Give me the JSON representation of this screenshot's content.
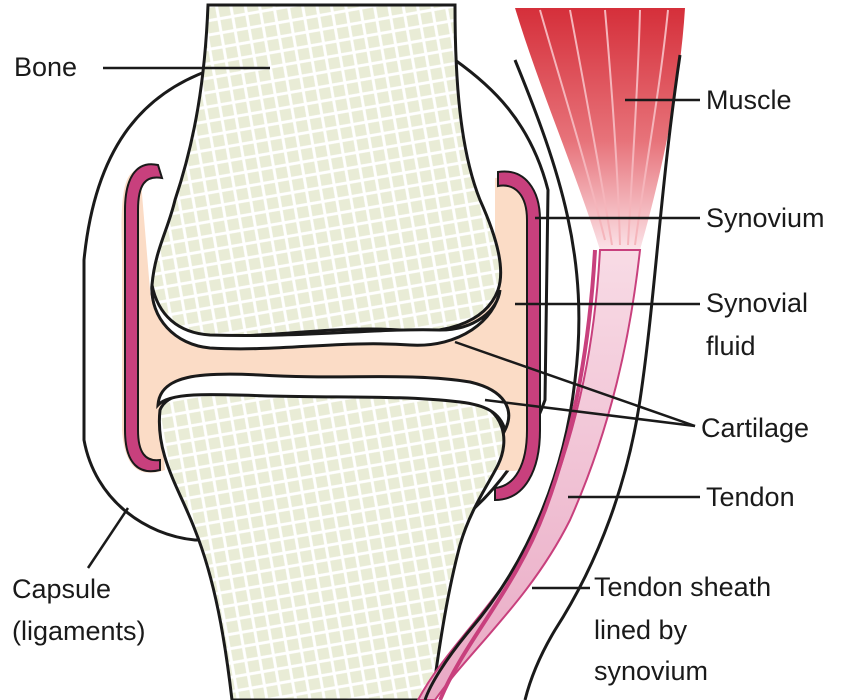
{
  "labels": {
    "bone": "Bone",
    "muscle": "Muscle",
    "synovium": "Synovium",
    "synovial_fluid_line1": "Synovial",
    "synovial_fluid_line2": "fluid",
    "cartilage": "Cartilage",
    "tendon": "Tendon",
    "tendon_sheath_line1": "Tendon sheath",
    "tendon_sheath_line2": "lined by",
    "tendon_sheath_line3": "synovium",
    "capsule_line1": "Capsule",
    "capsule_line2": "(ligaments)"
  },
  "colors": {
    "bone": "#e9ecd6",
    "bone_lattice": "#ffffff",
    "cartilage": "#ffffff",
    "synovial_fluid": "#fbdcc6",
    "synovium": "#c8407d",
    "muscle": "#d93a42",
    "tendon": "#f2c3d5",
    "outline": "#1a1a1a"
  }
}
